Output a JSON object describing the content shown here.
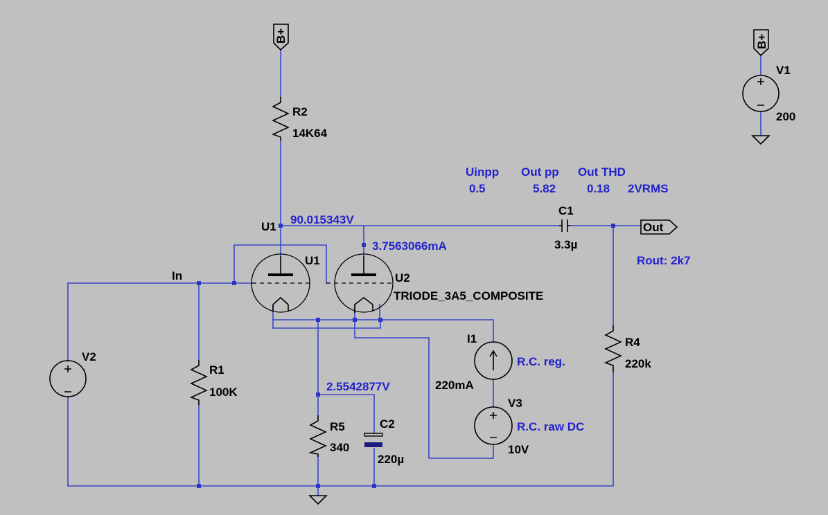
{
  "labels": {
    "bplus_top": "B+",
    "bplus_right": "B+",
    "out": "Out",
    "in": "In",
    "r2_name": "R2",
    "r2_value": "14K64",
    "r1_name": "R1",
    "r1_value": "100K",
    "r4_name": "R4",
    "r4_value": "220k",
    "r5_name": "R5",
    "r5_value": "340",
    "c1_name": "C1",
    "c1_value": "3.3µ",
    "c2_name": "C2",
    "c2_value": "220µ",
    "v1_name": "V1",
    "v1_value": "200",
    "v2_name": "V2",
    "v3_name": "V3",
    "v3_value": "10V",
    "i1_name": "I1",
    "i1_value": "220mA",
    "u1_net": "U1",
    "u1_name": "U1",
    "u2_name": "U2",
    "u2_model": "TRIODE_3A5_COMPOSITE"
  },
  "annotations": {
    "plate_voltage": "90.015343V",
    "plate_current": "3.7563066mA",
    "cathode_voltage": "2.5542877V",
    "uinpp_label": "Uinpp",
    "uinpp_value": "0.5",
    "outpp_label": "Out pp",
    "outpp_value": "5.82",
    "outthd_label": "Out THD",
    "outthd_value": "0.18",
    "vrms": "2VRMS",
    "rout": "Rout: 2k7",
    "rc_reg": "R.C. reg.",
    "rc_raw": "R.C. raw DC"
  }
}
